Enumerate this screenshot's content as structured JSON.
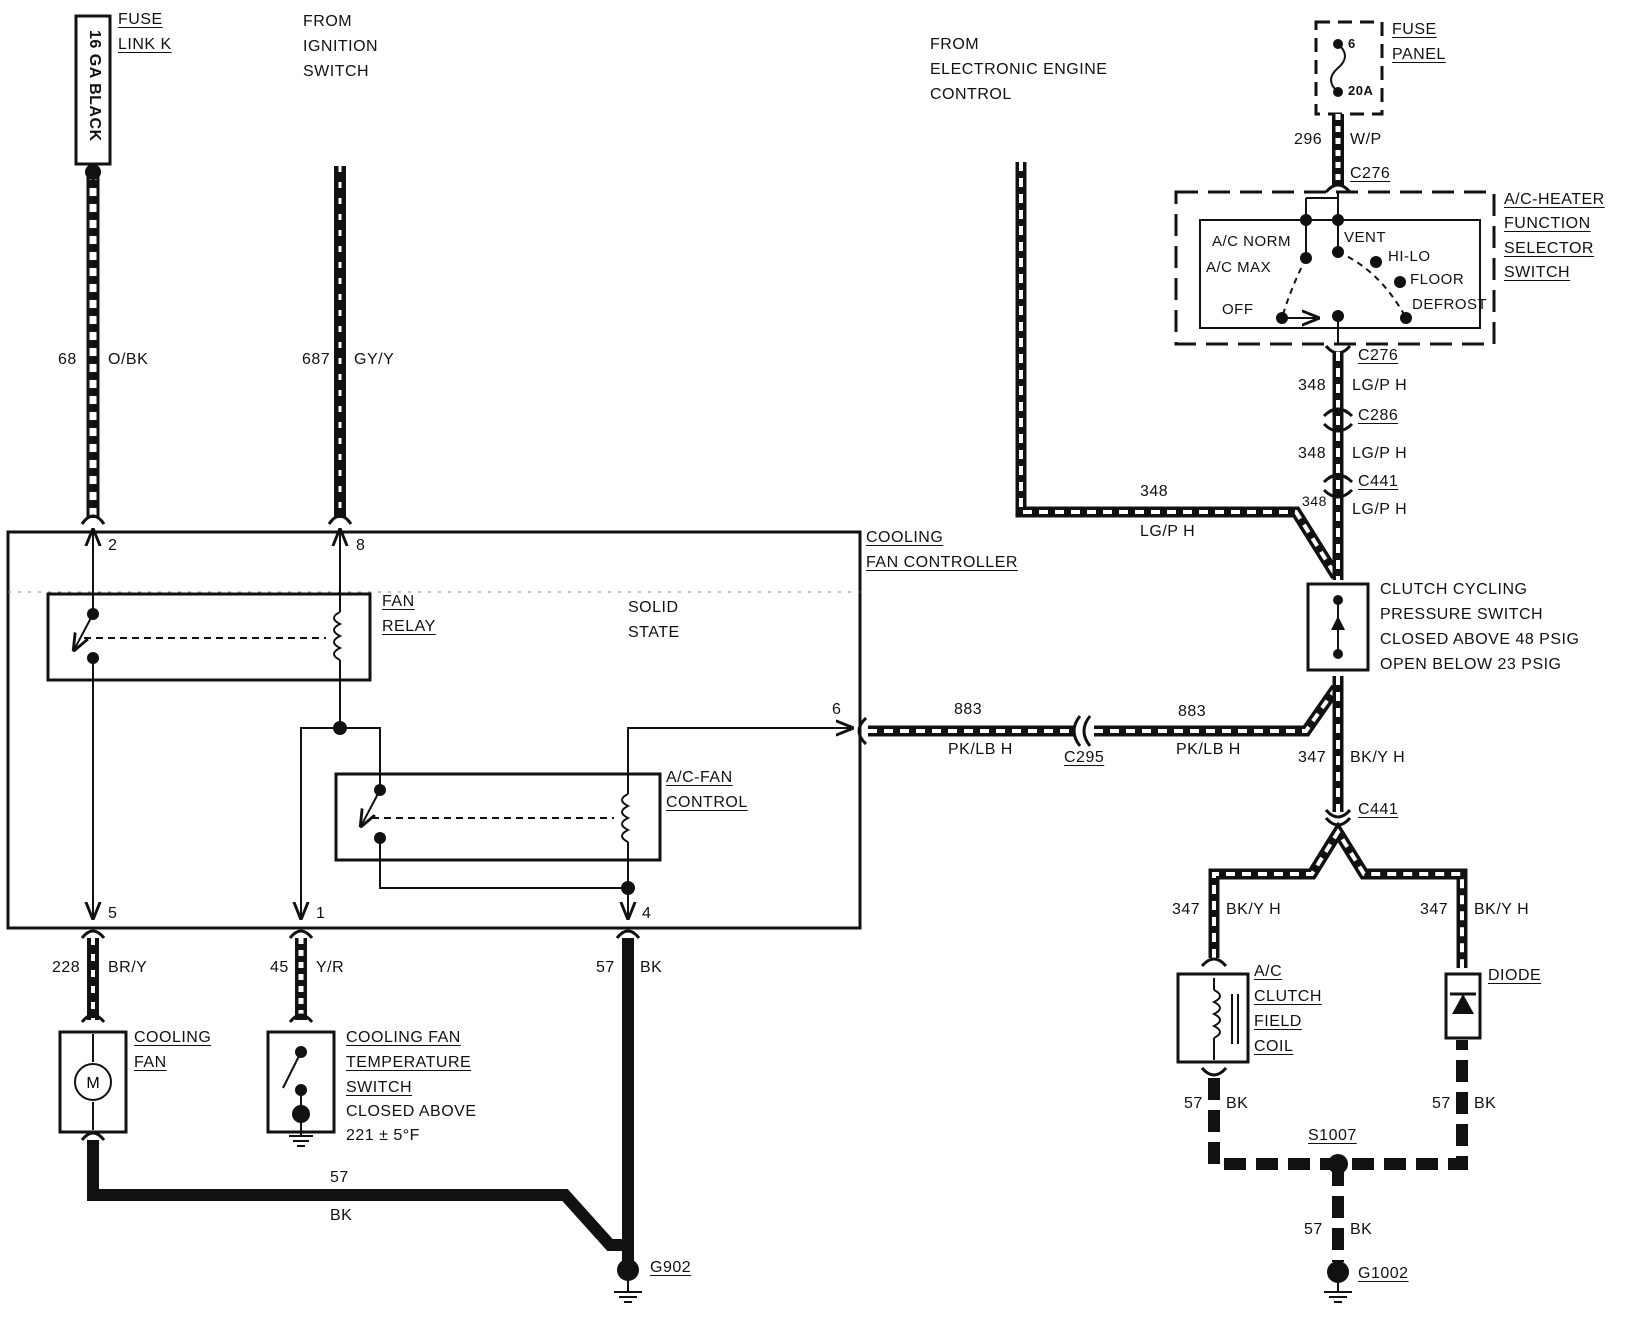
{
  "upper_left": {
    "fuse_link_title": [
      "FUSE",
      "LINK K"
    ],
    "fuse_link_wire": "16 GA BLACK",
    "ignition_source": [
      "FROM",
      "IGNITION",
      "SWITCH"
    ]
  },
  "eec_source": [
    "FROM",
    "ELECTRONIC ENGINE",
    "CONTROL"
  ],
  "fuse_panel": {
    "title": [
      "FUSE",
      "PANEL"
    ],
    "cavity": "6",
    "rating": "20A"
  },
  "selector_switch": {
    "title": [
      "A/C-HEATER",
      "FUNCTION",
      "SELECTOR",
      "SWITCH"
    ],
    "positions": [
      "A/C NORM",
      "A/C MAX",
      "VENT",
      "HI-LO",
      "FLOOR",
      "DEFROST",
      "OFF"
    ]
  },
  "controller": {
    "title": [
      "COOLING",
      "FAN CONTROLLER"
    ],
    "solid_state": [
      "SOLID",
      "STATE"
    ],
    "fan_relay": [
      "FAN",
      "RELAY"
    ],
    "ac_fan_control": [
      "A/C-FAN",
      "CONTROL"
    ],
    "pins": [
      "2",
      "8",
      "6",
      "5",
      "1",
      "4"
    ]
  },
  "pressure_switch": {
    "title": [
      "CLUTCH CYCLING",
      "PRESSURE SWITCH"
    ],
    "notes": [
      "CLOSED ABOVE 48 PSIG",
      "OPEN BELOW 23 PSIG"
    ]
  },
  "cooling_fan": [
    "COOLING",
    "FAN"
  ],
  "motor_symbol": "M",
  "temp_switch": {
    "title": [
      "COOLING FAN",
      "TEMPERATURE",
      "SWITCH"
    ],
    "notes": [
      "CLOSED ABOVE",
      "221 ± 5°F"
    ]
  },
  "clutch_coil": [
    "A/C",
    "CLUTCH",
    "FIELD",
    "COIL"
  ],
  "diode": "DIODE",
  "connectors": {
    "c276": "C276",
    "c286": "C286",
    "c441": "C441",
    "c295": "C295"
  },
  "splice": "S1007",
  "grounds": {
    "g902": "G902",
    "g1002": "G1002"
  },
  "wires": {
    "w68": {
      "circuit": "68",
      "color": "O/BK"
    },
    "w687": {
      "circuit": "687",
      "color": "GY/Y"
    },
    "w296": {
      "circuit": "296",
      "color": "W/P"
    },
    "w348": {
      "circuit": "348",
      "color": "LG/P H"
    },
    "w883": {
      "circuit": "883",
      "color": "PK/LB H"
    },
    "w347": {
      "circuit": "347",
      "color": "BK/Y H"
    },
    "w228": {
      "circuit": "228",
      "color": "BR/Y"
    },
    "w45": {
      "circuit": "45",
      "color": "Y/R"
    },
    "w57": {
      "circuit": "57",
      "color": "BK"
    }
  }
}
